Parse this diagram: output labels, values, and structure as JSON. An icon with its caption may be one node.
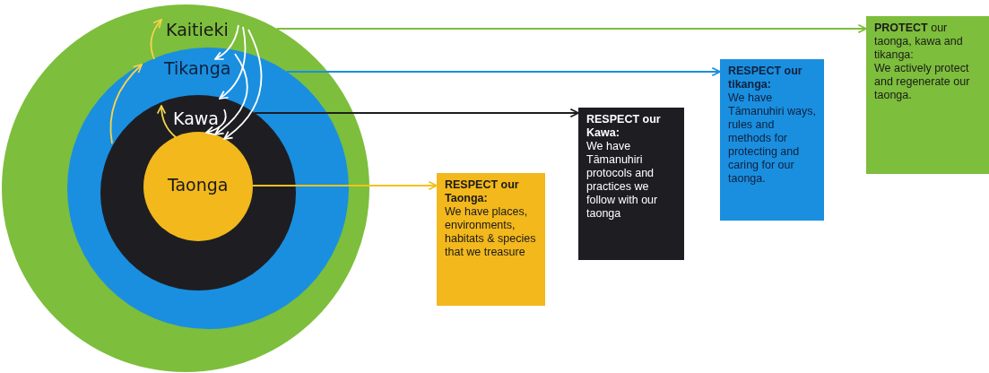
{
  "diagram": {
    "nodes": [
      {
        "text": [
          "Kaitieki"
        ]
      },
      {
        "text": [
          "Tikanga"
        ],
        "in": 0
      },
      {
        "text": [
          "Kawa"
        ],
        "in": 1
      },
      {
        "text": [
          "Taonga"
        ],
        "in": 2
      },
      {
        "text": [
          "RESPECT our Taonga:",
          "We have places, environments, habitats & species that we treasure"
        ]
      },
      {
        "text": [
          "RESPECT our Kawa:",
          "We have Tāmanuhiri protocols and practices we follow with our taonga"
        ]
      },
      {
        "text": [
          "RESPECT our tikanga:",
          "We have Tāmanuhiri ways, rules and methods for protecting and caring for our taonga."
        ]
      },
      {
        "text": [
          "**PROTECT** our taonga, kawa and tikanga:",
          "We actively protect and regenerate our taonga."
        ]
      }
    ],
    "edges": [
      {
        "from": 0,
        "to": 7,
        "arrow": "to",
        "color": "#7dbe3c"
      },
      {
        "from": 1,
        "to": 6,
        "arrow": "to",
        "color": "#1a8fe0"
      },
      {
        "from": 2,
        "to": 5,
        "arrow": "to",
        "color": "#1e1e22"
      },
      {
        "from": 3,
        "to": 4,
        "arrow": "to",
        "color": "#f2c21c"
      },
      {
        "from": 0,
        "to": 1,
        "arrow": "to",
        "color": "#ffffff"
      },
      {
        "from": 0,
        "to": 2,
        "arrow": "to",
        "color": "#ffffff"
      },
      {
        "from": 0,
        "to": 3,
        "arrow": "to",
        "color": "#ffffff"
      },
      {
        "from": 1,
        "to": 3,
        "arrow": "to",
        "color": "#ffffff"
      },
      {
        "from": 2,
        "to": 3,
        "arrow": "to",
        "color": "#ffffff"
      },
      {
        "from": 3,
        "to": 2,
        "arrow": "to",
        "color": "#f5d44a"
      },
      {
        "from": 2,
        "to": 1,
        "arrow": "to",
        "color": "#f5d44a"
      },
      {
        "from": 1,
        "to": 0,
        "arrow": "to",
        "color": "#f5d44a"
      }
    ]
  }
}
